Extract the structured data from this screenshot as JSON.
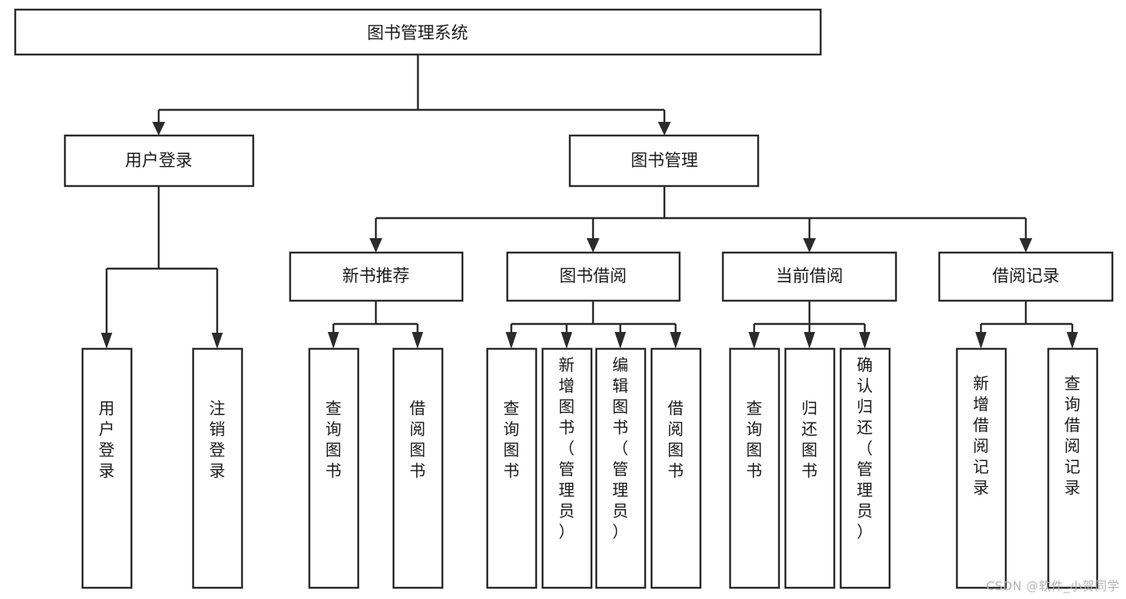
{
  "diagram": {
    "type": "hierarchical-tree",
    "title": "图书管理系统",
    "orientation": "top-down",
    "levels": 4,
    "root": {
      "id": "root",
      "label": "图书管理系统"
    },
    "level2": [
      {
        "id": "user-login",
        "label": "用户登录"
      },
      {
        "id": "book-management",
        "label": "图书管理"
      }
    ],
    "level3": [
      {
        "id": "new-book-recommend",
        "label": "新书推荐",
        "parent": "book-management"
      },
      {
        "id": "book-borrow",
        "label": "图书借阅",
        "parent": "book-management"
      },
      {
        "id": "current-borrow",
        "label": "当前借阅",
        "parent": "book-management"
      },
      {
        "id": "borrow-record",
        "label": "借阅记录",
        "parent": "book-management"
      }
    ],
    "leaves": [
      {
        "id": "leaf-user-login",
        "label": "用户登录",
        "parent": "user-login"
      },
      {
        "id": "leaf-user-logout",
        "label": "注销登录",
        "parent": "user-login"
      },
      {
        "id": "leaf-query-book-1",
        "label": "查询图书",
        "parent": "new-book-recommend"
      },
      {
        "id": "leaf-borrow-book-1",
        "label": "借阅图书",
        "parent": "new-book-recommend"
      },
      {
        "id": "leaf-query-book-2",
        "label": "查询图书",
        "parent": "book-borrow"
      },
      {
        "id": "leaf-add-book",
        "label": "新增图书（管理员）",
        "parent": "book-borrow"
      },
      {
        "id": "leaf-edit-book",
        "label": "编辑图书（管理员）",
        "parent": "book-borrow"
      },
      {
        "id": "leaf-borrow-book-2",
        "label": "借阅图书",
        "parent": "book-borrow"
      },
      {
        "id": "leaf-query-book-3",
        "label": "查询图书",
        "parent": "current-borrow"
      },
      {
        "id": "leaf-return-book",
        "label": "归还图书",
        "parent": "current-borrow"
      },
      {
        "id": "leaf-confirm-return",
        "label": "确认归还（管理员）",
        "parent": "current-borrow"
      },
      {
        "id": "leaf-add-record",
        "label": "新增借阅记录",
        "parent": "borrow-record"
      },
      {
        "id": "leaf-query-record",
        "label": "查询借阅记录",
        "parent": "borrow-record"
      }
    ]
  },
  "colors": {
    "box_stroke": "#2b2b2b",
    "box_fill": "#ffffff",
    "connector": "#2b2b2b",
    "text": "#1a1a1a",
    "watermark": "#b4b4b4",
    "background": "#ffffff"
  },
  "watermark": {
    "text": "CSDN @软件_小贺同学"
  }
}
